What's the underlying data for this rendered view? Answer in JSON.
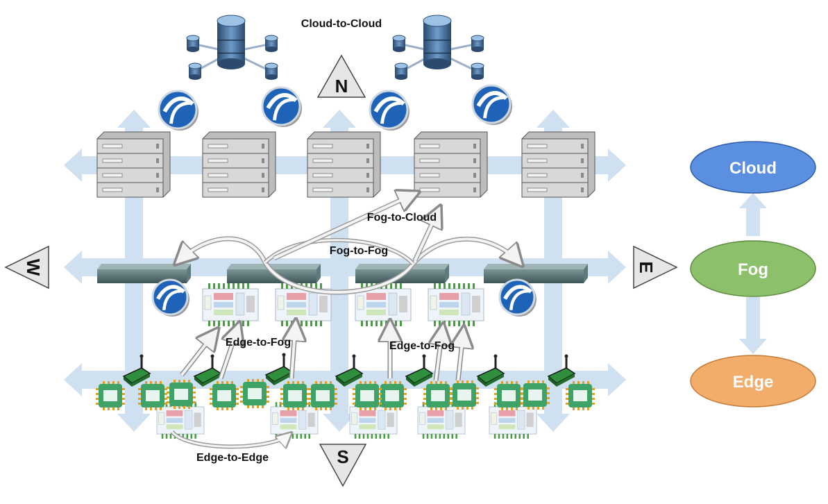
{
  "labels": {
    "cloud_to_cloud": "Cloud-to-Cloud",
    "fog_to_cloud": "Fog-to-Cloud",
    "fog_to_fog": "Fog-to-Fog",
    "edge_to_fog_left": "Edge-to-Fog",
    "edge_to_fog_right": "Edge-to-Fog",
    "edge_to_edge": "Edge-to-Edge"
  },
  "directions": {
    "north": "N",
    "south": "S",
    "east": "E",
    "west": "W"
  },
  "layers": [
    {
      "name": "Cloud",
      "color": "#5b8fe0"
    },
    {
      "name": "Fog",
      "color": "#8cc06a"
    },
    {
      "name": "Edge",
      "color": "#f2ad6a"
    }
  ],
  "colors": {
    "arrow_fill": "#cfe0f0",
    "server": "#d8d8d8",
    "switch": "#5f7a7c",
    "chip": "#3fa266",
    "board": "#2f8f3c"
  }
}
